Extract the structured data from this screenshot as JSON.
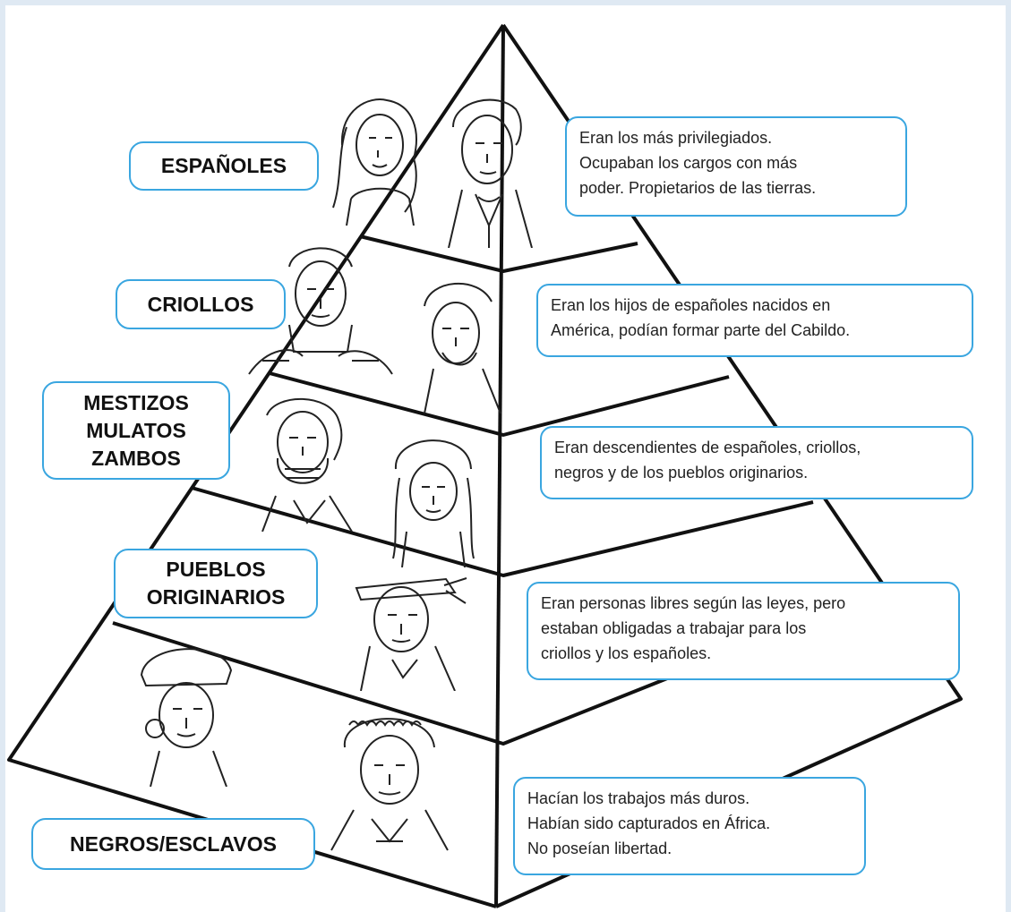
{
  "strata": [
    {
      "id": "espanoles",
      "label_lines": [
        "ESPAÑOLES"
      ],
      "description_lines": [
        "Eran los más privilegiados.",
        "Ocupaban los cargos con más",
        "poder. Propietarios de las tierras."
      ]
    },
    {
      "id": "criollos",
      "label_lines": [
        "CRIOLLOS"
      ],
      "description_lines": [
        "Eran los hijos de españoles nacidos en",
        "América, podían formar parte del Cabildo."
      ]
    },
    {
      "id": "mestizos",
      "label_lines": [
        "MESTIZOS",
        "MULATOS",
        "ZAMBOS"
      ],
      "description_lines": [
        "Eran descendientes de españoles, criollos,",
        "negros y de los pueblos originarios."
      ]
    },
    {
      "id": "pueblos",
      "label_lines": [
        "PUEBLOS",
        "ORIGINARIOS"
      ],
      "description_lines": [
        "Eran personas libres según las leyes, pero",
        "estaban obligadas a trabajar para los",
        "criollos y los españoles."
      ]
    },
    {
      "id": "negros",
      "label_lines": [
        "NEGROS/ESCLAVOS"
      ],
      "description_lines": [
        "Hacían los trabajos más duros.",
        "Habían sido capturados en África.",
        "No poseían libertad."
      ]
    }
  ],
  "colors": {
    "accent_border": "#3aa6e0",
    "outline": "#111111",
    "background": "#dfe9f3"
  }
}
